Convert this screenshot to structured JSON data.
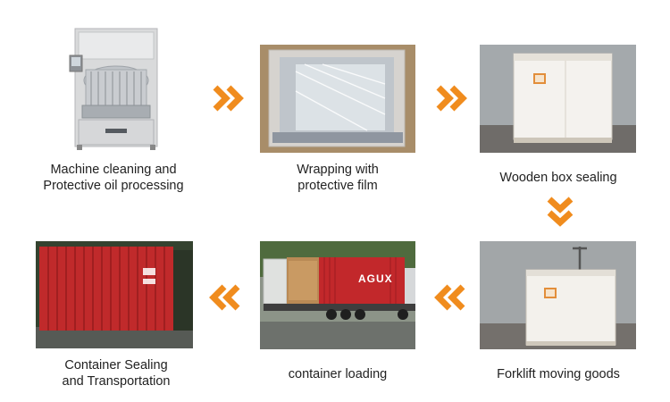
{
  "accent_color": "#f08c1e",
  "steps": [
    {
      "caption_line1": "Machine cleaning and",
      "caption_line2": "Protective oil processing"
    },
    {
      "caption_line1": "Wrapping with",
      "caption_line2": "protective film"
    },
    {
      "caption_line1": "Wooden box sealing",
      "caption_line2": ""
    },
    {
      "caption_line1": "Forklift moving goods",
      "caption_line2": ""
    },
    {
      "caption_line1": "container loading",
      "caption_line2": ""
    },
    {
      "caption_line1": "Container Sealing",
      "caption_line2": "and Transportation"
    }
  ],
  "photo_text": {
    "truck_lettering": "AGUX"
  },
  "arrows": [
    {
      "icon": "double-chevron-right-icon"
    },
    {
      "icon": "double-chevron-right-icon"
    },
    {
      "icon": "double-chevron-down-icon"
    },
    {
      "icon": "double-chevron-left-icon"
    },
    {
      "icon": "double-chevron-left-icon"
    }
  ]
}
